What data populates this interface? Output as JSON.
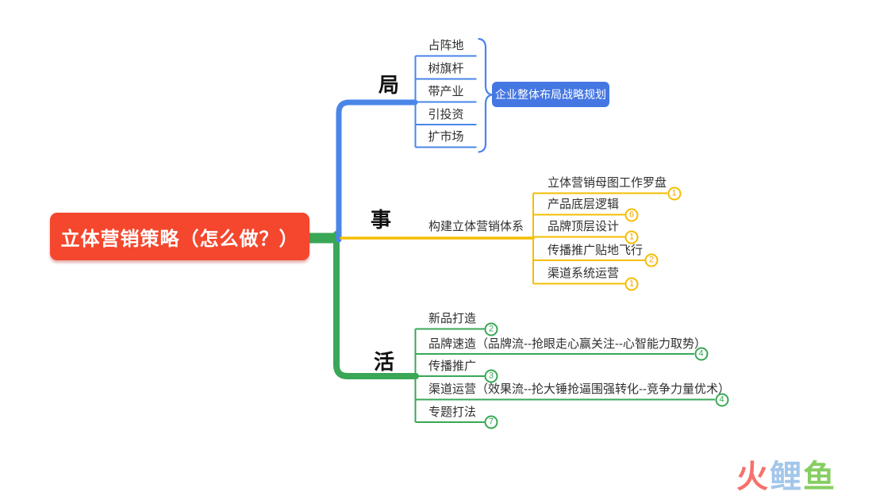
{
  "root": {
    "label": "立体营销策略（怎么做？）",
    "color": "#f4472e"
  },
  "branches": [
    {
      "id": "ju",
      "label": "局",
      "color": "#4a86e8",
      "children": [
        {
          "label": "占阵地"
        },
        {
          "label": "树旗杆"
        },
        {
          "label": "带产业"
        },
        {
          "label": "引投资"
        },
        {
          "label": "扩市场"
        }
      ],
      "callout": {
        "label": "企业整体布局战略规划",
        "bg": "#4577e3"
      }
    },
    {
      "id": "shi",
      "label": "事",
      "color": "#f5bd00",
      "node": "构建立体营销体系",
      "children": [
        {
          "label": "立体营销母图工作罗盘",
          "badge": "1"
        },
        {
          "label": "产品底层逻辑",
          "badge": "6"
        },
        {
          "label": "品牌顶层设计",
          "badge": "1"
        },
        {
          "label": "传播推广贴地飞行",
          "badge": "2"
        },
        {
          "label": "渠道系统运营",
          "badge": "1"
        }
      ]
    },
    {
      "id": "huo",
      "label": "活",
      "color": "#3aa757",
      "children": [
        {
          "label": "新品打造",
          "badge": "2"
        },
        {
          "label": "品牌速造（品牌流--抢眼走心赢关注--心智能力取势）",
          "badge": "4"
        },
        {
          "label": "传播推广",
          "badge": "3"
        },
        {
          "label": "渠道运营（效果流--抡大锤抢逼围强转化--竞争力量优术）",
          "badge": "4"
        },
        {
          "label": "专题打法",
          "badge": "7"
        }
      ]
    }
  ],
  "watermark": {
    "chars": [
      {
        "text": "火",
        "color": "#f7706b"
      },
      {
        "text": "鲤",
        "color": "#a3c7ea"
      },
      {
        "text": "鱼",
        "color": "#87ce63"
      }
    ]
  }
}
